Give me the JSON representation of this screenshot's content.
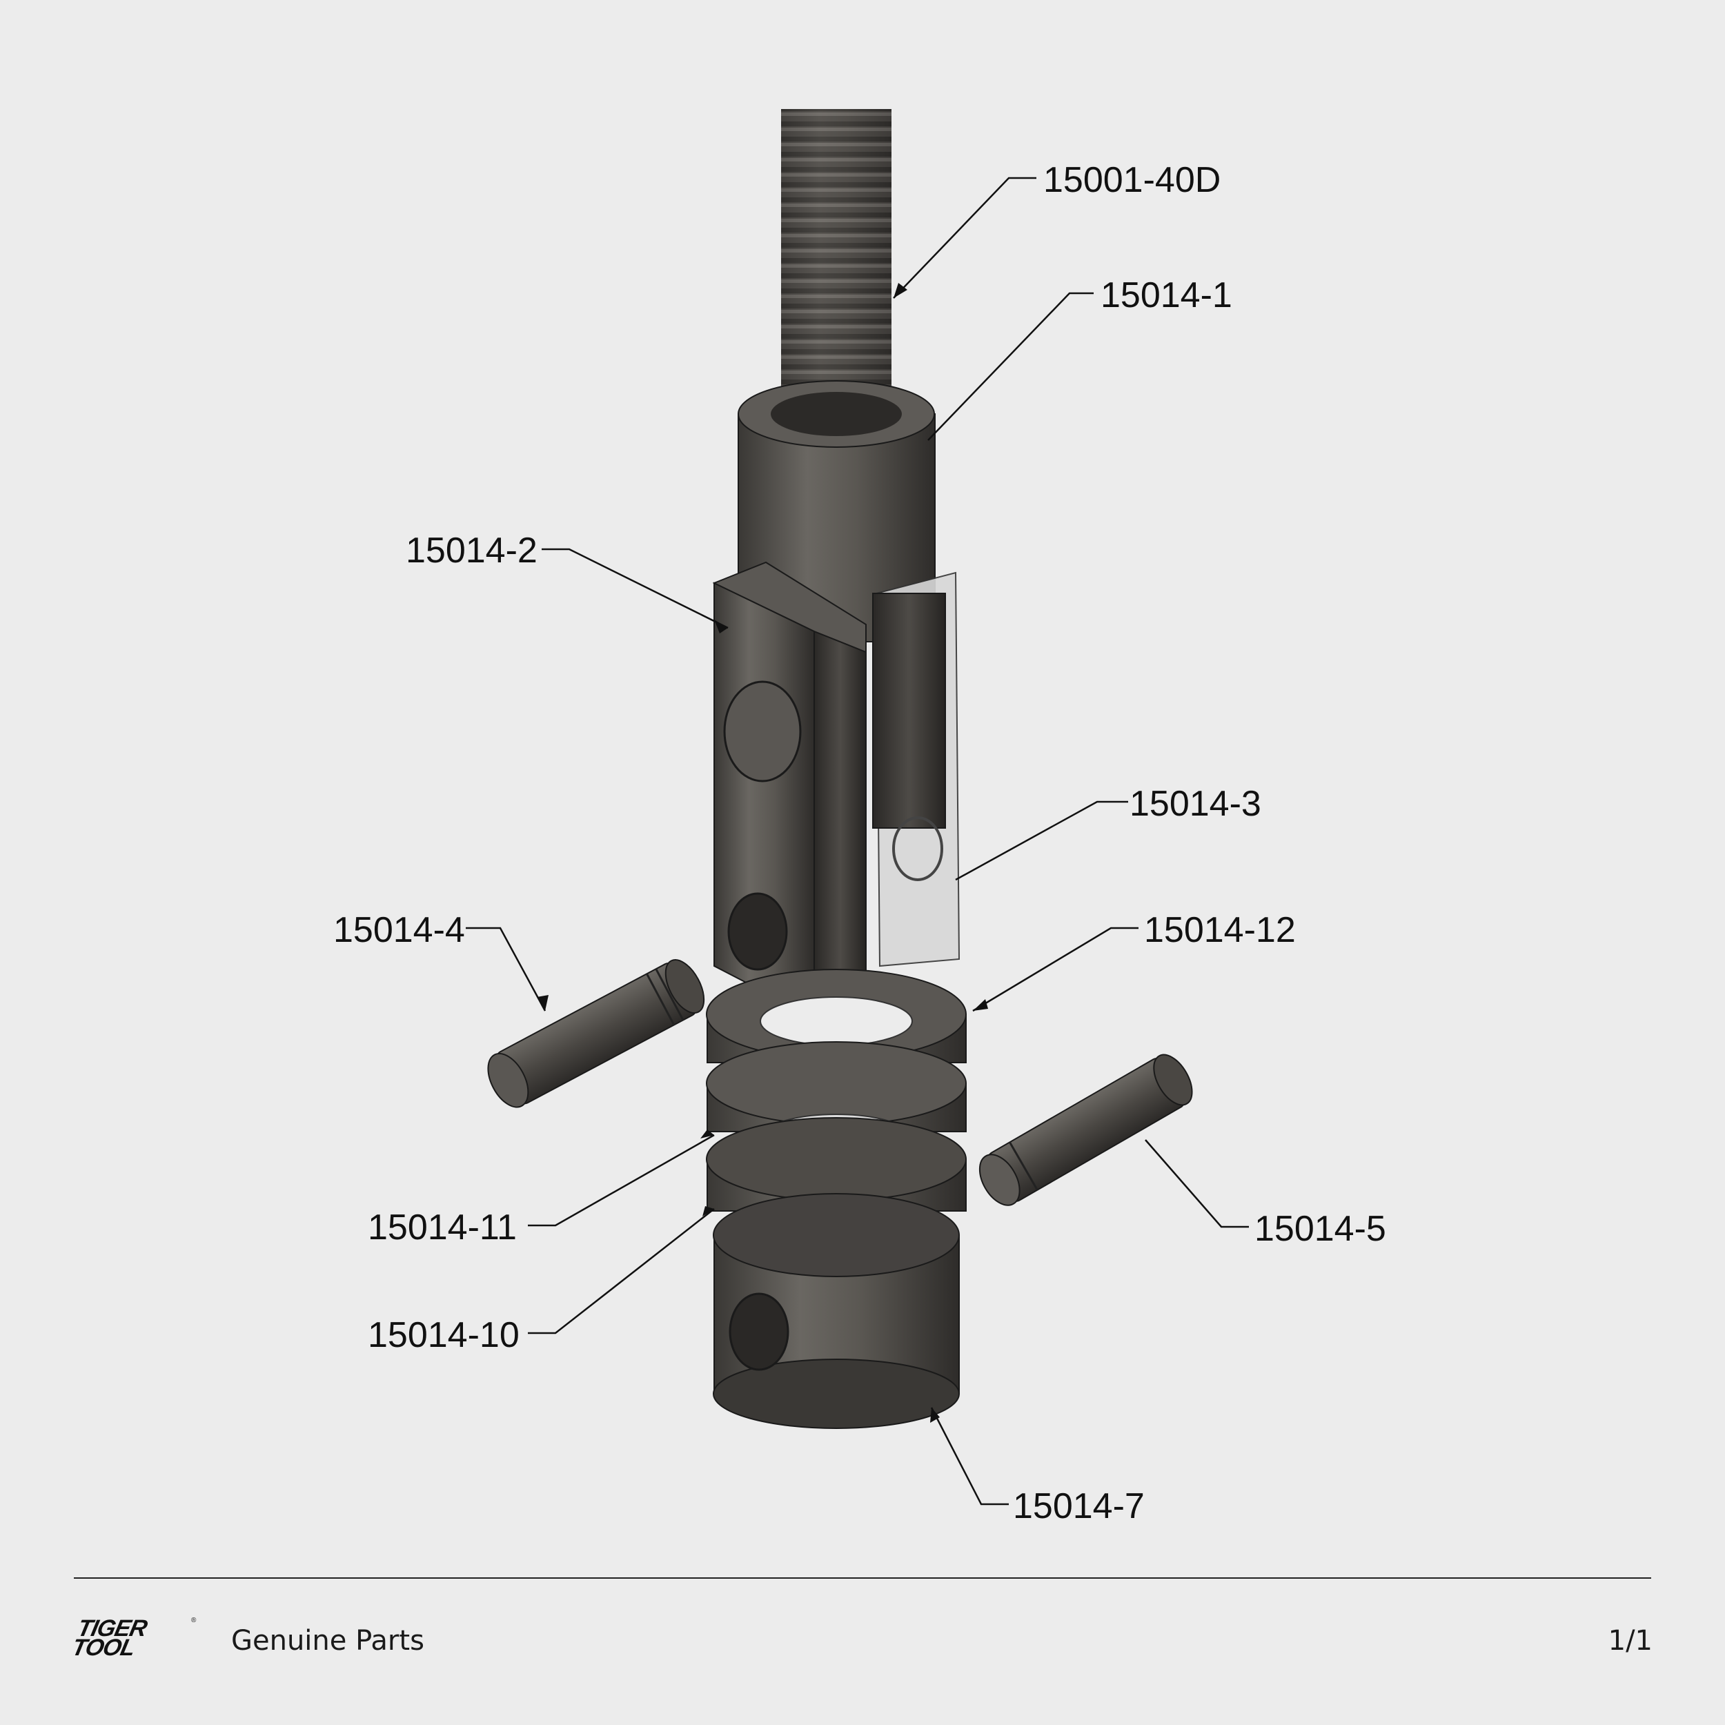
{
  "callouts": {
    "rod": "15001-40D",
    "collar": "15014-1",
    "yoke_left": "15014-2",
    "yoke_right": "15014-3",
    "pin_left": "15014-4",
    "bearing_upper": "15014-12",
    "bearing_middle": "15014-11",
    "bearing_lower": "15014-10",
    "pin_right": "15014-5",
    "base_cup": "15014-7"
  },
  "footer": {
    "brand_line1": "TIGER",
    "brand_line2": "TOOL",
    "brand_mark": "®",
    "tagline": "Genuine Parts",
    "page": "1/1"
  }
}
